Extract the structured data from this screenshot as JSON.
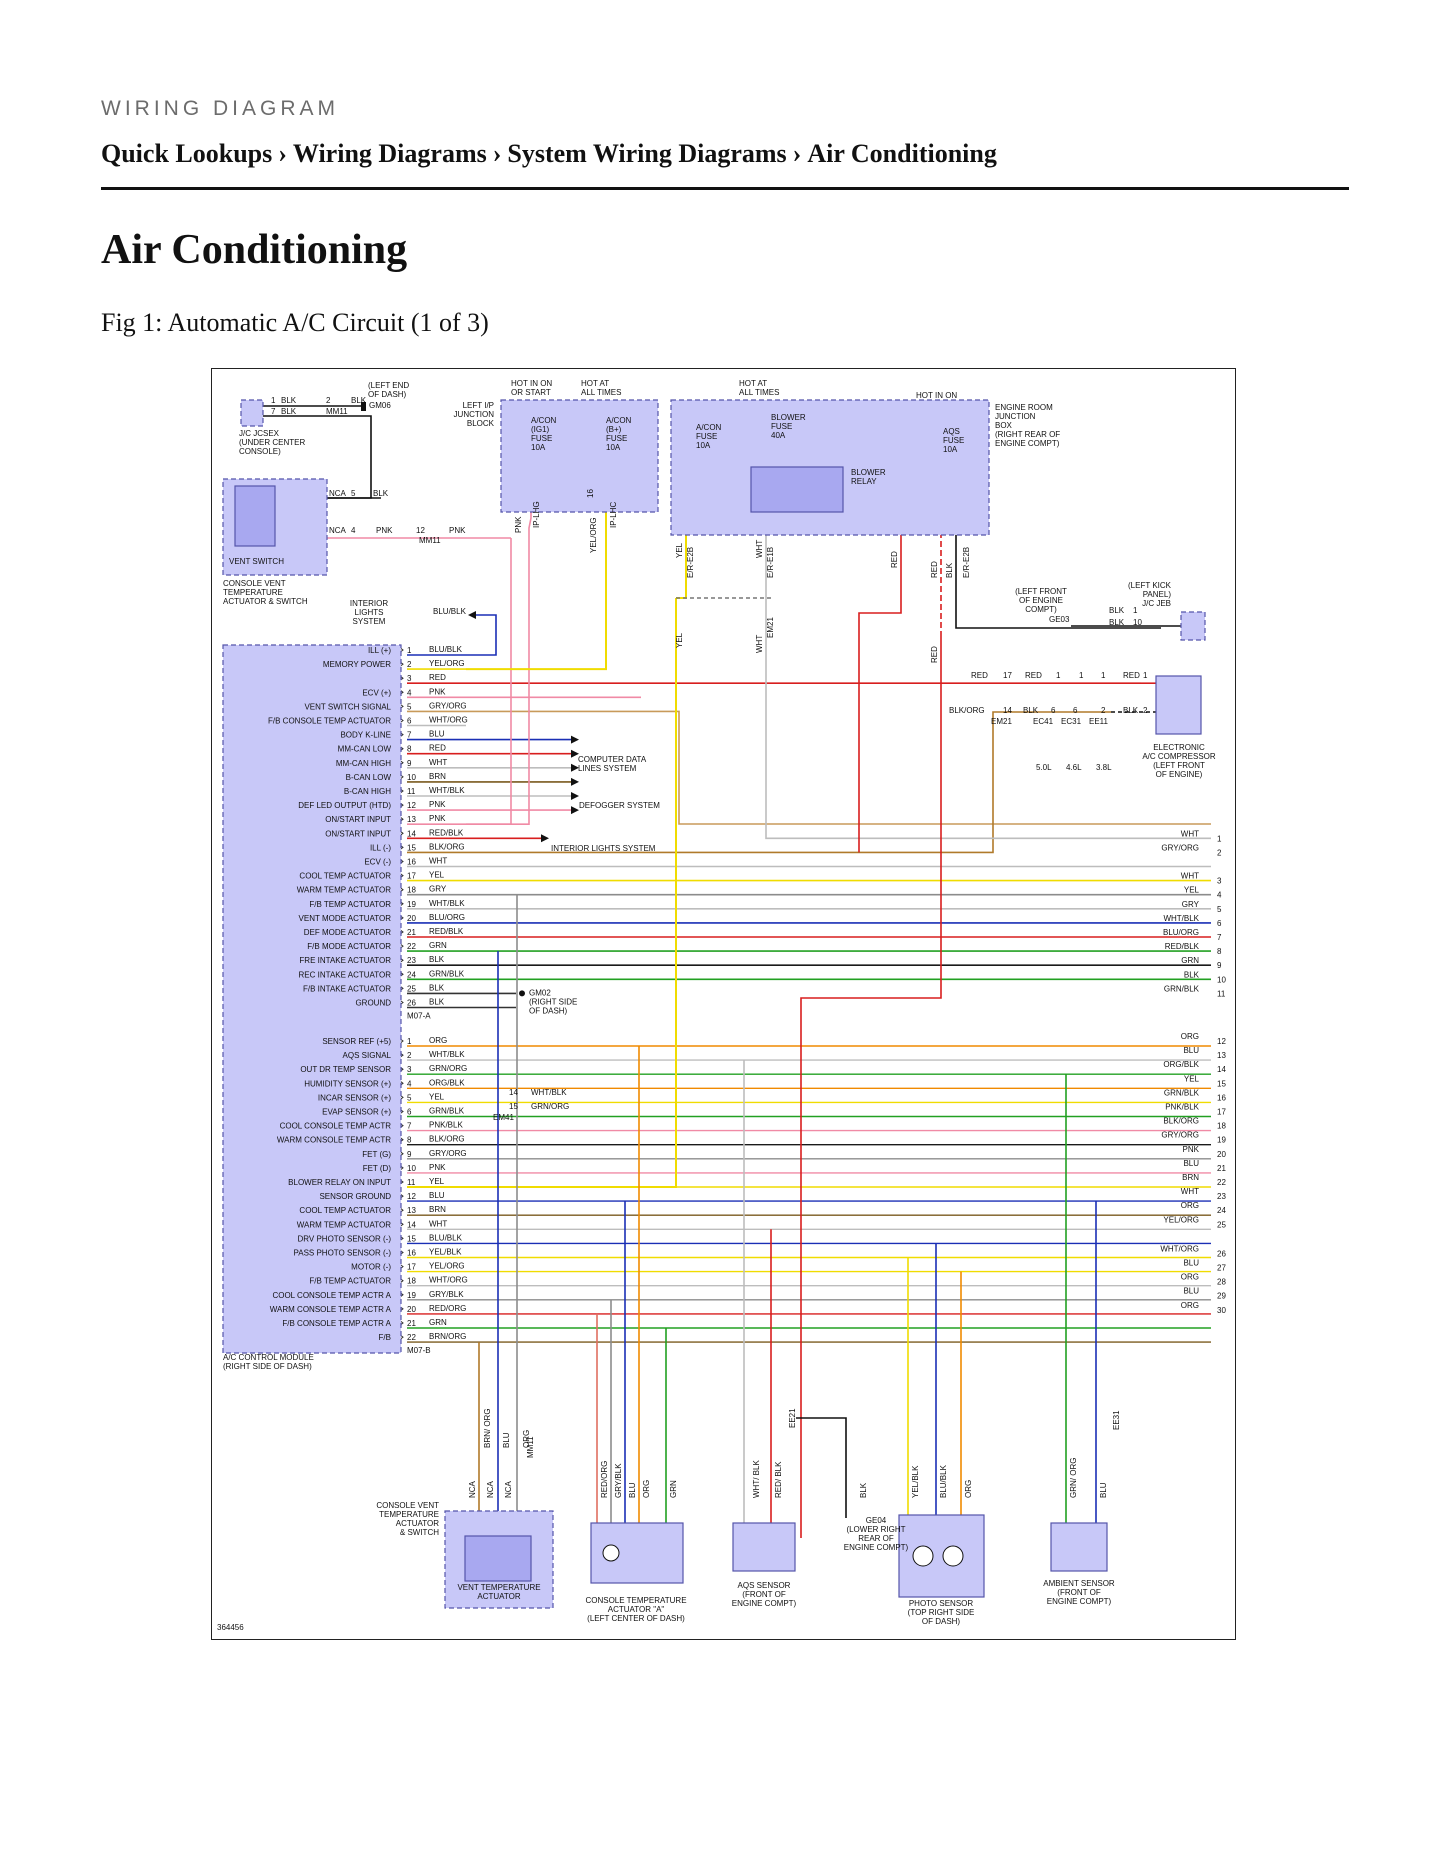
{
  "header": {
    "kicker": "WIRING DIAGRAM",
    "breadcrumbs": [
      "Quick Lookups",
      "Wiring Diagrams",
      "System Wiring Diagrams",
      "Air Conditioning"
    ],
    "separator": "›",
    "page_title": "Air Conditioning",
    "figure_caption": "Fig 1: Automatic A/C Circuit (1 of 3)"
  },
  "diagram": {
    "figure_id": "364456",
    "colors": {
      "BLK": "#1a1a1a",
      "RED": "#d81e1e",
      "PNK": "#f08aa5",
      "YEL": "#f0dc00",
      "WHT": "#bdbdbd",
      "GRY": "#8c8c8c",
      "BLU": "#1a2fb5",
      "BRN": "#7a5a1e",
      "GRN": "#22a022",
      "ORG": "#f08a00",
      "module_fill": "#c8c8f8",
      "module_border": "#5555aa"
    },
    "labels": {
      "jc_jcsex": "J/C JCSEX\n(UNDER CENTER\nCONSOLE)",
      "left_end_dash": "(LEFT END\nOF DASH)",
      "gm06": "GM06",
      "mm11": "MM11",
      "left_ip_jb": "LEFT I/P\nJUNCTION\nBLOCK",
      "hot_run_start": "HOT IN ON\nOR START",
      "hot_all_times_1": "HOT AT\nALL TIMES",
      "hot_all_times_2": "HOT AT\nALL TIMES",
      "hot_in_on": "HOT IN ON",
      "fuse_acon_ig1": "A/CON\n(IG1)\nFUSE\n10A",
      "fuse_acon_b": "A/CON\n(B+)\nFUSE\n10A",
      "fuse_acon_er": "A/CON\nFUSE\n10A",
      "fuse_blower": "BLOWER\nFUSE\n40A",
      "fuse_aqs": "AQS\nFUSE\n10A",
      "engine_room_jb": "ENGINE ROOM\nJUNCTION\nBOX\n(RIGHT REAR OF\nENGINE COMPT)",
      "blower_relay": "BLOWER\nRELAY",
      "vent_switch": "VENT SWITCH",
      "console_vent_actuator": "CONSOLE VENT\nTEMPERATURE\nACTUATOR & SWITCH",
      "interior_lights": "INTERIOR\nLIGHTS\nSYSTEM",
      "left_front_engine": "(LEFT FRONT\nOF ENGINE\nCOMPT)",
      "ge03": "GE03",
      "left_kick_panel": "(LEFT KICK\nPANEL)\nJ/C JEB",
      "elec_compressor": "ELECTRONIC\nA/C COMPRESSOR\n(LEFT FRONT\nOF ENGINE)",
      "computer_data": "COMPUTER DATA\nLINES SYSTEM",
      "defogger": "DEFOGGER SYSTEM",
      "interior_lights_system": "INTERIOR LIGHTS SYSTEM",
      "gm02": "GM02\n(RIGHT SIDE\nOF DASH)",
      "m07a": "M07-A",
      "m07b": "M07-B",
      "em41": "EM41",
      "em21": "EM21",
      "ec41": "EC41",
      "ec31": "EC31",
      "ee11": "EE11",
      "eng_50": "5.0L",
      "eng_46": "4.6L",
      "eng_38": "3.8L",
      "acm": "A/C CONTROL MODULE\n(RIGHT SIDE OF DASH)",
      "console_vent_actuator_bottom": "CONSOLE VENT\nTEMPERATURE\nACTUATOR\n& SWITCH",
      "vent_temp_actuator": "VENT TEMPERATURE\nACTUATOR",
      "console_temp_actuator_a": "CONSOLE TEMPERATURE\nACTUATOR \"A\"\n(LEFT CENTER OF DASH)",
      "aqs_sensor": "AQS SENSOR\n(FRONT OF\nENGINE COMPT)",
      "ge04": "GE04\n(LOWER RIGHT\nREAR OF\nENGINE COMPT)",
      "photo_sensor": "PHOTO SENSOR\n(TOP RIGHT SIDE\nOF DASH)",
      "ambient_sensor": "AMBIENT SENSOR\n(FRONT OF\nENGINE COMPT)",
      "nca": "NCA",
      "ip_lhg": "IP-LHG",
      "ip_lhc": "IP-LHC",
      "er_e2b": "E/R-E2B",
      "er_e1b": "E/R-E1B",
      "ee21": "EE21",
      "ee31": "EE31",
      "mm11_v": "MM11"
    },
    "pins_a": [
      {
        "pin": "1",
        "name": "ILL (+)",
        "wire": "BLU/BLK"
      },
      {
        "pin": "2",
        "name": "MEMORY POWER",
        "wire": "YEL/ORG"
      },
      {
        "pin": "3",
        "name": "",
        "wire": "RED"
      },
      {
        "pin": "4",
        "name": "ECV (+)",
        "wire": "PNK"
      },
      {
        "pin": "5",
        "name": "VENT SWITCH SIGNAL",
        "wire": "GRY/ORG"
      },
      {
        "pin": "6",
        "name": "F/B CONSOLE TEMP ACTUATOR",
        "wire": "WHT/ORG"
      },
      {
        "pin": "7",
        "name": "BODY K-LINE",
        "wire": "BLU"
      },
      {
        "pin": "8",
        "name": "MM-CAN LOW",
        "wire": "RED"
      },
      {
        "pin": "9",
        "name": "MM-CAN HIGH",
        "wire": "WHT"
      },
      {
        "pin": "10",
        "name": "B-CAN LOW",
        "wire": "BRN"
      },
      {
        "pin": "11",
        "name": "B-CAN HIGH",
        "wire": "WHT/BLK"
      },
      {
        "pin": "12",
        "name": "DEF LED OUTPUT (HTD)",
        "wire": "PNK"
      },
      {
        "pin": "13",
        "name": "ON/START INPUT",
        "wire": "PNK"
      },
      {
        "pin": "14",
        "name": "ON/START INPUT",
        "wire": "RED/BLK"
      },
      {
        "pin": "15",
        "name": "ILL (-)",
        "wire": "BLK/ORG"
      },
      {
        "pin": "16",
        "name": "ECV (-)",
        "wire": "WHT"
      },
      {
        "pin": "17",
        "name": "COOL TEMP ACTUATOR",
        "wire": "YEL"
      },
      {
        "pin": "18",
        "name": "WARM TEMP ACTUATOR",
        "wire": "GRY"
      },
      {
        "pin": "19",
        "name": "F/B TEMP ACTUATOR",
        "wire": "WHT/BLK"
      },
      {
        "pin": "20",
        "name": "VENT MODE ACTUATOR",
        "wire": "BLU/ORG"
      },
      {
        "pin": "21",
        "name": "DEF MODE ACTUATOR",
        "wire": "RED/BLK"
      },
      {
        "pin": "22",
        "name": "F/B MODE ACTUATOR",
        "wire": "GRN"
      },
      {
        "pin": "23",
        "name": "FRE INTAKE ACTUATOR",
        "wire": "BLK"
      },
      {
        "pin": "24",
        "name": "REC INTAKE ACTUATOR",
        "wire": "GRN/BLK"
      },
      {
        "pin": "25",
        "name": "F/B INTAKE ACTUATOR",
        "wire": "BLK"
      },
      {
        "pin": "26",
        "name": "GROUND",
        "wire": "BLK"
      }
    ],
    "ground_a": "GROUND",
    "pins_b": [
      {
        "pin": "1",
        "name": "SENSOR REF (+5)",
        "wire": "ORG"
      },
      {
        "pin": "2",
        "name": "AQS SIGNAL",
        "wire": "WHT/BLK"
      },
      {
        "pin": "3",
        "name": "OUT DR TEMP SENSOR",
        "wire": "GRN/ORG"
      },
      {
        "pin": "4",
        "name": "HUMIDITY SENSOR (+)",
        "wire": "ORG/BLK"
      },
      {
        "pin": "5",
        "name": "INCAR SENSOR (+)",
        "wire": "YEL"
      },
      {
        "pin": "6",
        "name": "EVAP SENSOR (+)",
        "wire": "GRN/BLK"
      },
      {
        "pin": "7",
        "name": "COOL CONSOLE TEMP ACTR",
        "wire": "PNK/BLK"
      },
      {
        "pin": "8",
        "name": "WARM CONSOLE TEMP ACTR",
        "wire": "BLK/ORG"
      },
      {
        "pin": "9",
        "name": "FET (G)",
        "wire": "GRY/ORG"
      },
      {
        "pin": "10",
        "name": "FET (D)",
        "wire": "PNK"
      },
      {
        "pin": "11",
        "name": "BLOWER RELAY ON INPUT",
        "wire": "YEL"
      },
      {
        "pin": "12",
        "name": "SENSOR GROUND",
        "wire": "BLU"
      },
      {
        "pin": "13",
        "name": "COOL TEMP ACTUATOR",
        "wire": "BRN"
      },
      {
        "pin": "14",
        "name": "WARM TEMP ACTUATOR",
        "wire": "WHT"
      },
      {
        "pin": "15",
        "name": "DRV PHOTO SENSOR (-)",
        "wire": "BLU/BLK"
      },
      {
        "pin": "16",
        "name": "PASS PHOTO SENSOR (-)",
        "wire": "YEL/BLK"
      },
      {
        "pin": "17",
        "name": "MOTOR (-)",
        "wire": "YEL/ORG"
      },
      {
        "pin": "18",
        "name": "F/B TEMP ACTUATOR",
        "wire": "WHT/ORG"
      },
      {
        "pin": "19",
        "name": "COOL CONSOLE TEMP ACTR A",
        "wire": "GRY/BLK"
      },
      {
        "pin": "20",
        "name": "WARM CONSOLE TEMP ACTR A",
        "wire": "RED/ORG"
      },
      {
        "pin": "21",
        "name": "F/B CONSOLE TEMP ACTR A",
        "wire": "GRN"
      },
      {
        "pin": "22",
        "name": "F/B",
        "wire": "BRN/ORG"
      }
    ],
    "right_refs_a": [
      {
        "label": "WHT",
        "num": "1",
        "row": 13
      },
      {
        "label": "GRY/ORG",
        "num": "2",
        "row": 14
      },
      {
        "label": "WHT",
        "num": "3",
        "row": 16
      },
      {
        "label": "YEL",
        "num": "4",
        "row": 17
      },
      {
        "label": "GRY",
        "num": "5",
        "row": 18
      },
      {
        "label": "WHT/BLK",
        "num": "6",
        "row": 19
      },
      {
        "label": "BLU/ORG",
        "num": "7",
        "row": 20
      },
      {
        "label": "RED/BLK",
        "num": "8",
        "row": 21
      },
      {
        "label": "GRN",
        "num": "9",
        "row": 22
      },
      {
        "label": "BLK",
        "num": "10",
        "row": 23
      },
      {
        "label": "GRN/BLK",
        "num": "11",
        "row": 24
      }
    ],
    "right_refs_b": [
      {
        "label": "ORG",
        "num": "12"
      },
      {
        "label": "BLU",
        "num": "13"
      },
      {
        "label": "ORG/BLK",
        "num": "14"
      },
      {
        "label": "YEL",
        "num": "15"
      },
      {
        "label": "GRN/BLK",
        "num": "16"
      },
      {
        "label": "PNK/BLK",
        "num": "17"
      },
      {
        "label": "BLK/ORG",
        "num": "18"
      },
      {
        "label": "GRY/ORG",
        "num": "19"
      },
      {
        "label": "PNK",
        "num": "20"
      },
      {
        "label": "BLU",
        "num": "21"
      },
      {
        "label": "BRN",
        "num": "22"
      },
      {
        "label": "WHT",
        "num": "23"
      },
      {
        "label": "ORG",
        "num": "24"
      },
      {
        "label": "YEL/ORG",
        "num": "25"
      },
      {
        "label": "WHT/ORG",
        "num": "26"
      },
      {
        "label": "BLU",
        "num": "27"
      },
      {
        "label": "ORG",
        "num": "28"
      },
      {
        "label": "BLU",
        "num": "29"
      },
      {
        "label": "ORG",
        "num": "30"
      }
    ]
  }
}
